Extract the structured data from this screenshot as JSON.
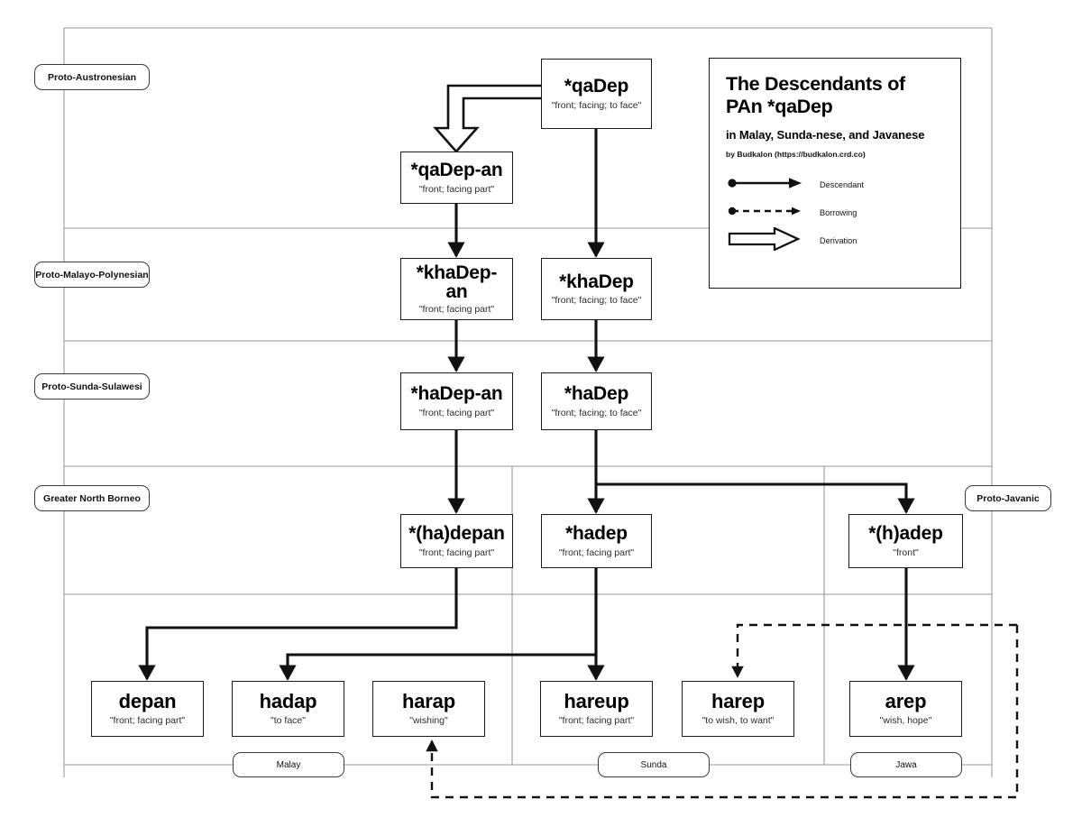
{
  "legend": {
    "title_line1": "The Descendants of",
    "title_line2": "PAn *qaDep",
    "subtitle": "in Malay, Sunda-nese, and Javanese",
    "byline": "by Budkalon (https://budkalon.crd.co)",
    "entries": [
      {
        "key": "descendant-arrow",
        "label": "Descendant"
      },
      {
        "key": "borrowing-arrow",
        "label": "Borrowing"
      },
      {
        "key": "derivation-arrow",
        "label": "Derivation"
      }
    ]
  },
  "stages": [
    {
      "id": "proto-austronesian",
      "label": "Proto-Austronesian"
    },
    {
      "id": "proto-malayo-polynesian",
      "label": "Proto-Malayo-Polynesian"
    },
    {
      "id": "proto-sunda-sulawesi",
      "label": "Proto-Sunda-Sulawesi"
    },
    {
      "id": "greater-north-borneo",
      "label": "Greater North Borneo"
    },
    {
      "id": "proto-javanic",
      "label": "Proto-Javanic"
    }
  ],
  "languages": [
    {
      "id": "malay",
      "label": "Malay"
    },
    {
      "id": "sunda",
      "label": "Sunda"
    },
    {
      "id": "jawa",
      "label": "Jawa"
    }
  ],
  "nodes": [
    {
      "id": "qaDep",
      "form": "*qaDep",
      "gloss": "\"front; facing; to face\""
    },
    {
      "id": "qaDep-an",
      "form": "*qaDep-an",
      "gloss": "\"front; facing part\""
    },
    {
      "id": "khaDep-an",
      "form": "*khaDep-",
      "form2": "an",
      "gloss": "\"front; facing part\""
    },
    {
      "id": "khaDep",
      "form": "*khaDep",
      "gloss": "\"front; facing; to face\""
    },
    {
      "id": "haDep-an",
      "form": "*haDep-an",
      "gloss": "\"front; facing part\""
    },
    {
      "id": "haDep",
      "form": "*haDep",
      "gloss": "\"front; facing; to face\""
    },
    {
      "id": "ha-depan",
      "form": "*(ha)depan",
      "gloss": "\"front; facing part\""
    },
    {
      "id": "hadep",
      "form": "*hadep",
      "gloss": "\"front; facing part\""
    },
    {
      "id": "h-adep",
      "form": "*(h)adep",
      "gloss": "\"front\""
    },
    {
      "id": "depan",
      "form": "depan",
      "gloss": "\"front; facing part\""
    },
    {
      "id": "hadap",
      "form": "hadap",
      "gloss": "\"to face\""
    },
    {
      "id": "harap",
      "form": "harap",
      "gloss": "\"wishing\""
    },
    {
      "id": "hareup",
      "form": "hareup",
      "gloss": "\"front; facing part\""
    },
    {
      "id": "harep",
      "form": "harep",
      "gloss": "\"to wish, to want\""
    },
    {
      "id": "arep",
      "form": "arep",
      "gloss": "\"wish, hope\""
    }
  ],
  "edges": [
    {
      "from": "qaDep",
      "to": "qaDep-an",
      "type": "derivation"
    },
    {
      "from": "qaDep",
      "to": "khaDep",
      "type": "descendant"
    },
    {
      "from": "qaDep-an",
      "to": "khaDep-an",
      "type": "descendant"
    },
    {
      "from": "khaDep-an",
      "to": "haDep-an",
      "type": "descendant"
    },
    {
      "from": "khaDep",
      "to": "haDep",
      "type": "descendant"
    },
    {
      "from": "haDep-an",
      "to": "ha-depan",
      "type": "descendant"
    },
    {
      "from": "haDep",
      "to": "hadep",
      "type": "descendant"
    },
    {
      "from": "haDep",
      "to": "h-adep",
      "type": "descendant"
    },
    {
      "from": "ha-depan",
      "to": "depan",
      "type": "descendant"
    },
    {
      "from": "hadep",
      "to": "hadap",
      "type": "descendant"
    },
    {
      "from": "hadep",
      "to": "hareup",
      "type": "descendant"
    },
    {
      "from": "h-adep",
      "to": "arep",
      "type": "descendant"
    },
    {
      "from": "arep",
      "to": "harep",
      "type": "borrowing"
    },
    {
      "from": "arep",
      "to": "harap",
      "type": "borrowing"
    }
  ],
  "colors": {
    "line": "#111111",
    "frame": "#999999",
    "box_border": "#1a1a1a",
    "background": "#ffffff"
  }
}
